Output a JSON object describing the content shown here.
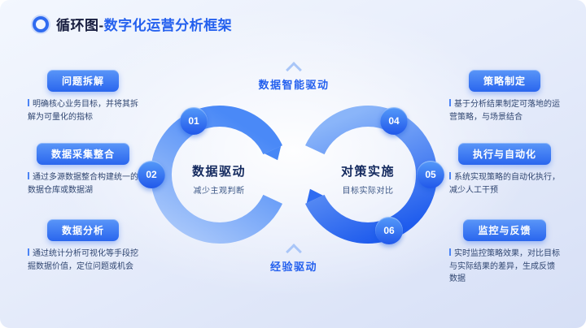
{
  "slide": {
    "title_prefix": "循环图-",
    "title_main": "数字化运营分析框架"
  },
  "diagram": {
    "top_flow_label": "数据智能驱动",
    "bottom_flow_label": "经验驱动",
    "left_node": {
      "title": "数据驱动",
      "subtitle": "减少主观判断"
    },
    "right_node": {
      "title": "对策实施",
      "subtitle": "目标实际对比"
    },
    "badges": [
      {
        "num": "01"
      },
      {
        "num": "02"
      },
      {
        "num": "04"
      },
      {
        "num": "05"
      },
      {
        "num": "06"
      }
    ]
  },
  "left_items": [
    {
      "label": "问题拆解",
      "desc": "明确核心业务目标，并将其拆解为可量化的指标"
    },
    {
      "label": "数据采集整合",
      "desc": "通过多源数据整合构建统一的数据仓库或数据湖"
    },
    {
      "label": "数据分析",
      "desc": "通过统计分析可视化等手段挖掘数据价值，定位问题或机会"
    }
  ],
  "right_items": [
    {
      "label": "策略制定",
      "desc": "基于分析结果制定可落地的运营策略，与场景结合"
    },
    {
      "label": "执行与自动化",
      "desc": "系统实现策略的自动化执行，减少人工干预"
    },
    {
      "label": "监控与反馈",
      "desc": "实时监控策略效果，对比目标与实际结果的差异，生成反馈数据"
    }
  ],
  "colors": {
    "accent": "#2460ee",
    "title_dark": "#171d3f",
    "ring_left_light": "#aecbfa",
    "ring_left_dark": "#4a89f7",
    "ring_right_light": "#8ab5f9",
    "ring_right_dark": "#1f5ced",
    "badge_blue": "#2158ea",
    "desc_text": "#2f4570"
  }
}
